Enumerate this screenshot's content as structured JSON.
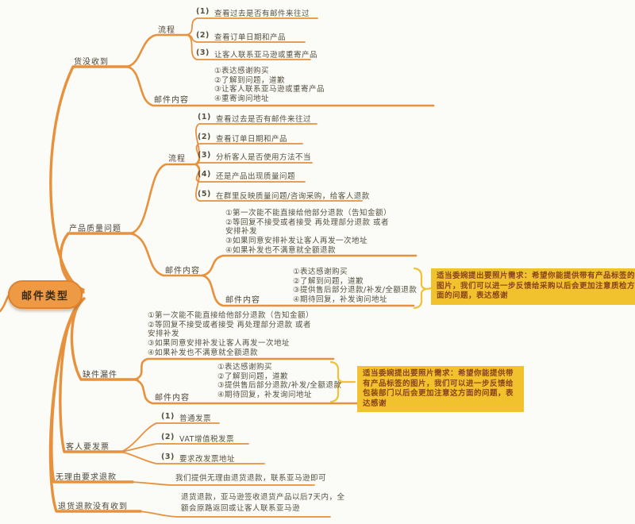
{
  "root_label": "邮件类型",
  "b1": {
    "label": "货没收到",
    "process": {
      "label": "流程",
      "items": [
        {
          "num": "(1)",
          "text": "查看过去是否有邮件来往过"
        },
        {
          "num": "(2)",
          "text": "查看订单日期和产品"
        },
        {
          "num": "(3)",
          "text": "让客人联系亚马逊或重寄产品"
        }
      ]
    },
    "content": {
      "label": "邮件内容",
      "lines": [
        "①表达感谢购买",
        "②了解到问题，道歉",
        "③让客人联系亚马逊或重寄产品",
        "④重寄询问地址"
      ]
    }
  },
  "b2": {
    "label": "产品质量问题",
    "process": {
      "label": "流程",
      "items": [
        {
          "num": "(1)",
          "text": "查看过去是否有邮件来往过"
        },
        {
          "num": "(2)",
          "text": "查看订单日期和产品"
        },
        {
          "num": "(3)",
          "text": "分析客人是否使用方法不当"
        },
        {
          "num": "(4)",
          "text": "还是产品出现质量问题"
        },
        {
          "num": "(5)",
          "text": "在群里反映质量问题/咨询采购，给客人退款"
        }
      ]
    },
    "content": {
      "label": "邮件内容",
      "lines": [
        "①第一次能不能直接给他部分退款（告知金额）",
        "②等回复不接受或者接受 再处理部分退款 或者",
        "安排补发",
        "③如果同意安排补发让客人再发一次地址",
        "④如果补发也不满意就全额退款"
      ],
      "inner": {
        "label": "邮件内容",
        "lines": [
          "①表达感谢购买",
          "②了解到问题，道歉",
          "③提供售后部分退款/补发/全额退款",
          "④期待回复，补发询问地址"
        ],
        "callout": "适当委婉提出要照片需求：希望你能提供带有产品标签的图片，我们可以进一步反馈给采购以后会更加注意质检方面的问题，表达感谢"
      }
    }
  },
  "b3": {
    "label": "缺件漏件",
    "lines": [
      "①第一次能不能直接给他部分退款（告知金额）",
      "②等回复不接受或者接受 再处理部分退款 或者",
      "安排补发",
      "③如果同意安排补发让客人再发一次地址",
      "④如果补发也不满意就全额退款"
    ],
    "content": {
      "label": "邮件内容",
      "lines": [
        "①表达感谢购买",
        "②了解到问题，道歉",
        "③提供售后部分退款/补发/全额退款",
        "④期待回复，补发询问地址"
      ],
      "callout": "适当委婉提出要照片需求：希望你能提供带有产品标签的图片，我们可以进一步反馈给包装部门以后会更加注意这方面的问题，表达感谢"
    }
  },
  "b4": {
    "label": "客人要发票",
    "items": [
      {
        "num": "(1)",
        "text": "普通发票"
      },
      {
        "num": "(2)",
        "text": "VAT增值税发票"
      },
      {
        "num": "(3)",
        "text": "要求改发票地址"
      }
    ]
  },
  "b5": {
    "label": "无理由要求退款",
    "text": "我们提供无理由退货退款，联系亚马逊即可"
  },
  "b6": {
    "label": "退货退款没有收到",
    "lines": [
      "退货退款，亚马逊签收退货产品以后7天内，全",
      "额会原路返回或让客人联系亚马逊"
    ]
  },
  "colors": {
    "branch": "#e8913c",
    "root_fill": "#ee9a44",
    "callout_bg": "#f2c12e",
    "callout_text": "#8c431c",
    "text": "#55503f"
  }
}
